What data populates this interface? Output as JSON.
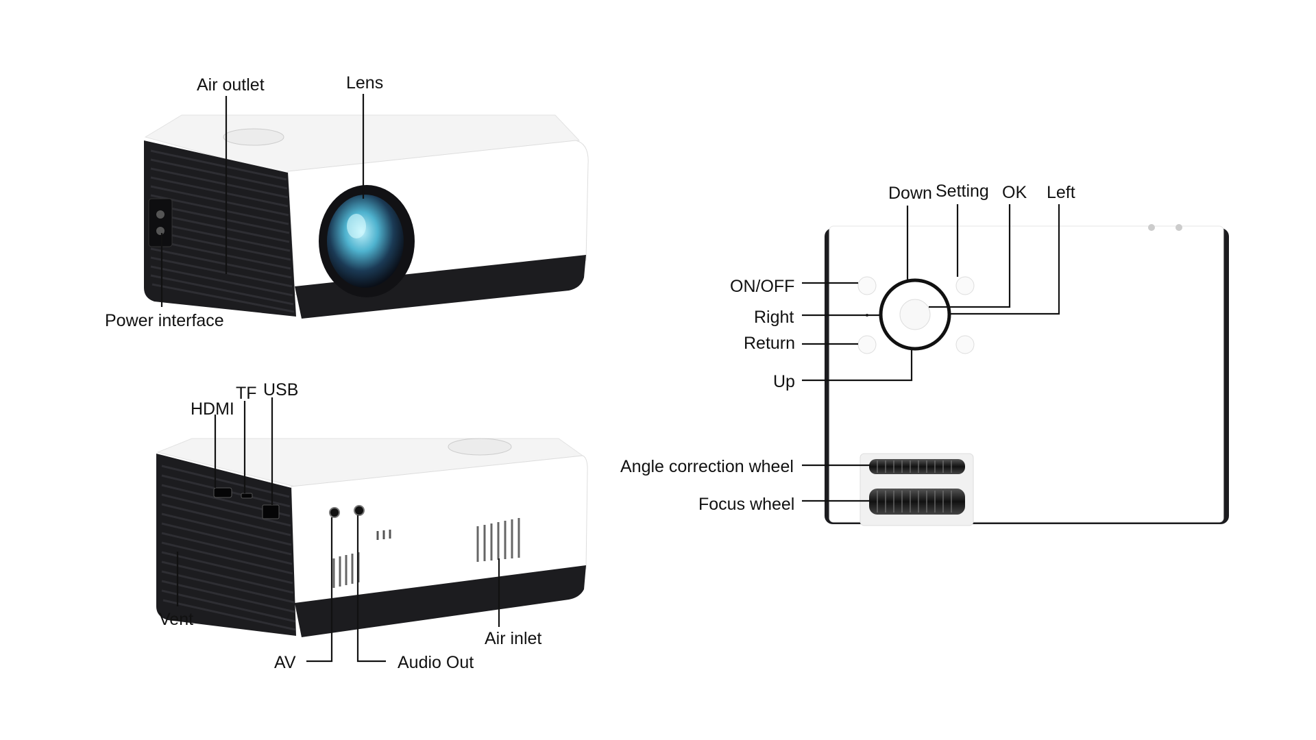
{
  "colors": {
    "body": "#ffffff",
    "shell": "#1c1c1f",
    "vent": "#0e0e10",
    "line": "#111111",
    "lens_glow": "#7fd3e8"
  },
  "views": {
    "front": {
      "labels": {
        "air_outlet": "Air outlet",
        "lens": "Lens",
        "power_interface": "Power interface"
      }
    },
    "rear": {
      "labels": {
        "hdmi": "HDMI",
        "tf": "TF",
        "usb": "USB",
        "vent": "Vent",
        "av": "AV",
        "audio_out": "Audio Out",
        "air_inlet": "Air inlet"
      }
    },
    "top": {
      "labels": {
        "down": "Down",
        "setting": "Setting",
        "ok": "OK",
        "left": "Left",
        "on_off": "ON/OFF",
        "right": "Right",
        "return": "Return",
        "up": "Up",
        "angle_correction_wheel": "Angle correction wheel",
        "focus_wheel": "Focus wheel"
      }
    }
  }
}
